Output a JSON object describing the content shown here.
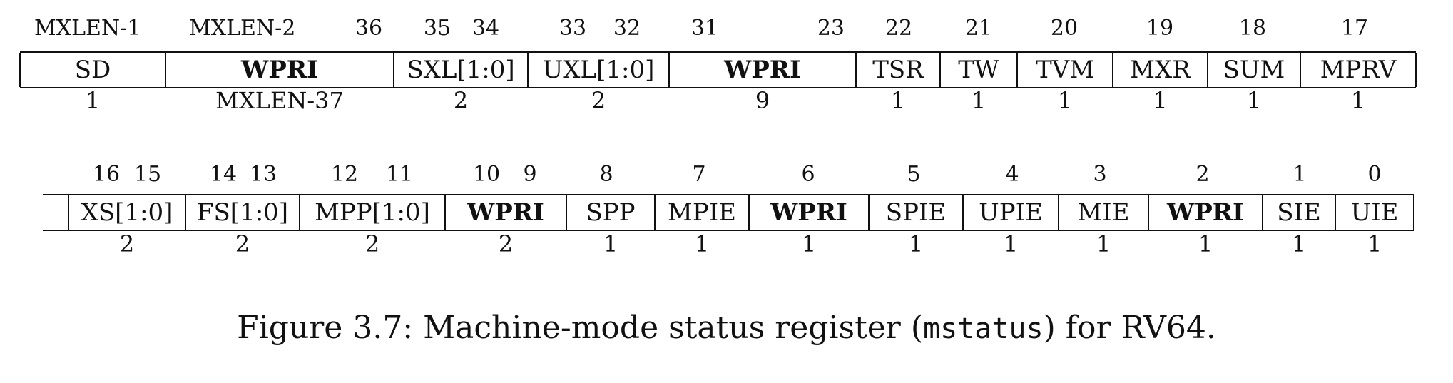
{
  "register": {
    "row1": {
      "bit_labels": [
        "MXLEN-1",
        "MXLEN-2",
        "36",
        "35",
        "34",
        "33",
        "32",
        "31",
        "23",
        "22",
        "21",
        "20",
        "19",
        "18",
        "17"
      ],
      "fields": [
        {
          "name": "SD",
          "bold": false,
          "width": "1"
        },
        {
          "name": "WPRI",
          "bold": true,
          "width": "MXLEN-37"
        },
        {
          "name": "SXL[1:0]",
          "bold": false,
          "width": "2"
        },
        {
          "name": "UXL[1:0]",
          "bold": false,
          "width": "2"
        },
        {
          "name": "WPRI",
          "bold": true,
          "width": "9"
        },
        {
          "name": "TSR",
          "bold": false,
          "width": "1"
        },
        {
          "name": "TW",
          "bold": false,
          "width": "1"
        },
        {
          "name": "TVM",
          "bold": false,
          "width": "1"
        },
        {
          "name": "MXR",
          "bold": false,
          "width": "1"
        },
        {
          "name": "SUM",
          "bold": false,
          "width": "1"
        },
        {
          "name": "MPRV",
          "bold": false,
          "width": "1"
        }
      ]
    },
    "row2": {
      "bit_labels": [
        "16",
        "15",
        "14",
        "13",
        "12",
        "11",
        "10",
        "9",
        "8",
        "7",
        "6",
        "5",
        "4",
        "3",
        "2",
        "1",
        "0"
      ],
      "fields": [
        {
          "name": "XS[1:0]",
          "bold": false,
          "width": "2"
        },
        {
          "name": "FS[1:0]",
          "bold": false,
          "width": "2"
        },
        {
          "name": "MPP[1:0]",
          "bold": false,
          "width": "2"
        },
        {
          "name": "WPRI",
          "bold": true,
          "width": "2"
        },
        {
          "name": "SPP",
          "bold": false,
          "width": "1"
        },
        {
          "name": "MPIE",
          "bold": false,
          "width": "1"
        },
        {
          "name": "WPRI",
          "bold": true,
          "width": "1"
        },
        {
          "name": "SPIE",
          "bold": false,
          "width": "1"
        },
        {
          "name": "UPIE",
          "bold": false,
          "width": "1"
        },
        {
          "name": "MIE",
          "bold": false,
          "width": "1"
        },
        {
          "name": "WPRI",
          "bold": true,
          "width": "1"
        },
        {
          "name": "SIE",
          "bold": false,
          "width": "1"
        },
        {
          "name": "UIE",
          "bold": false,
          "width": "1"
        }
      ]
    }
  },
  "caption": {
    "prefix": "Figure 3.7: Machine-mode status register (",
    "code": "mstatus",
    "suffix": ") for RV64."
  }
}
